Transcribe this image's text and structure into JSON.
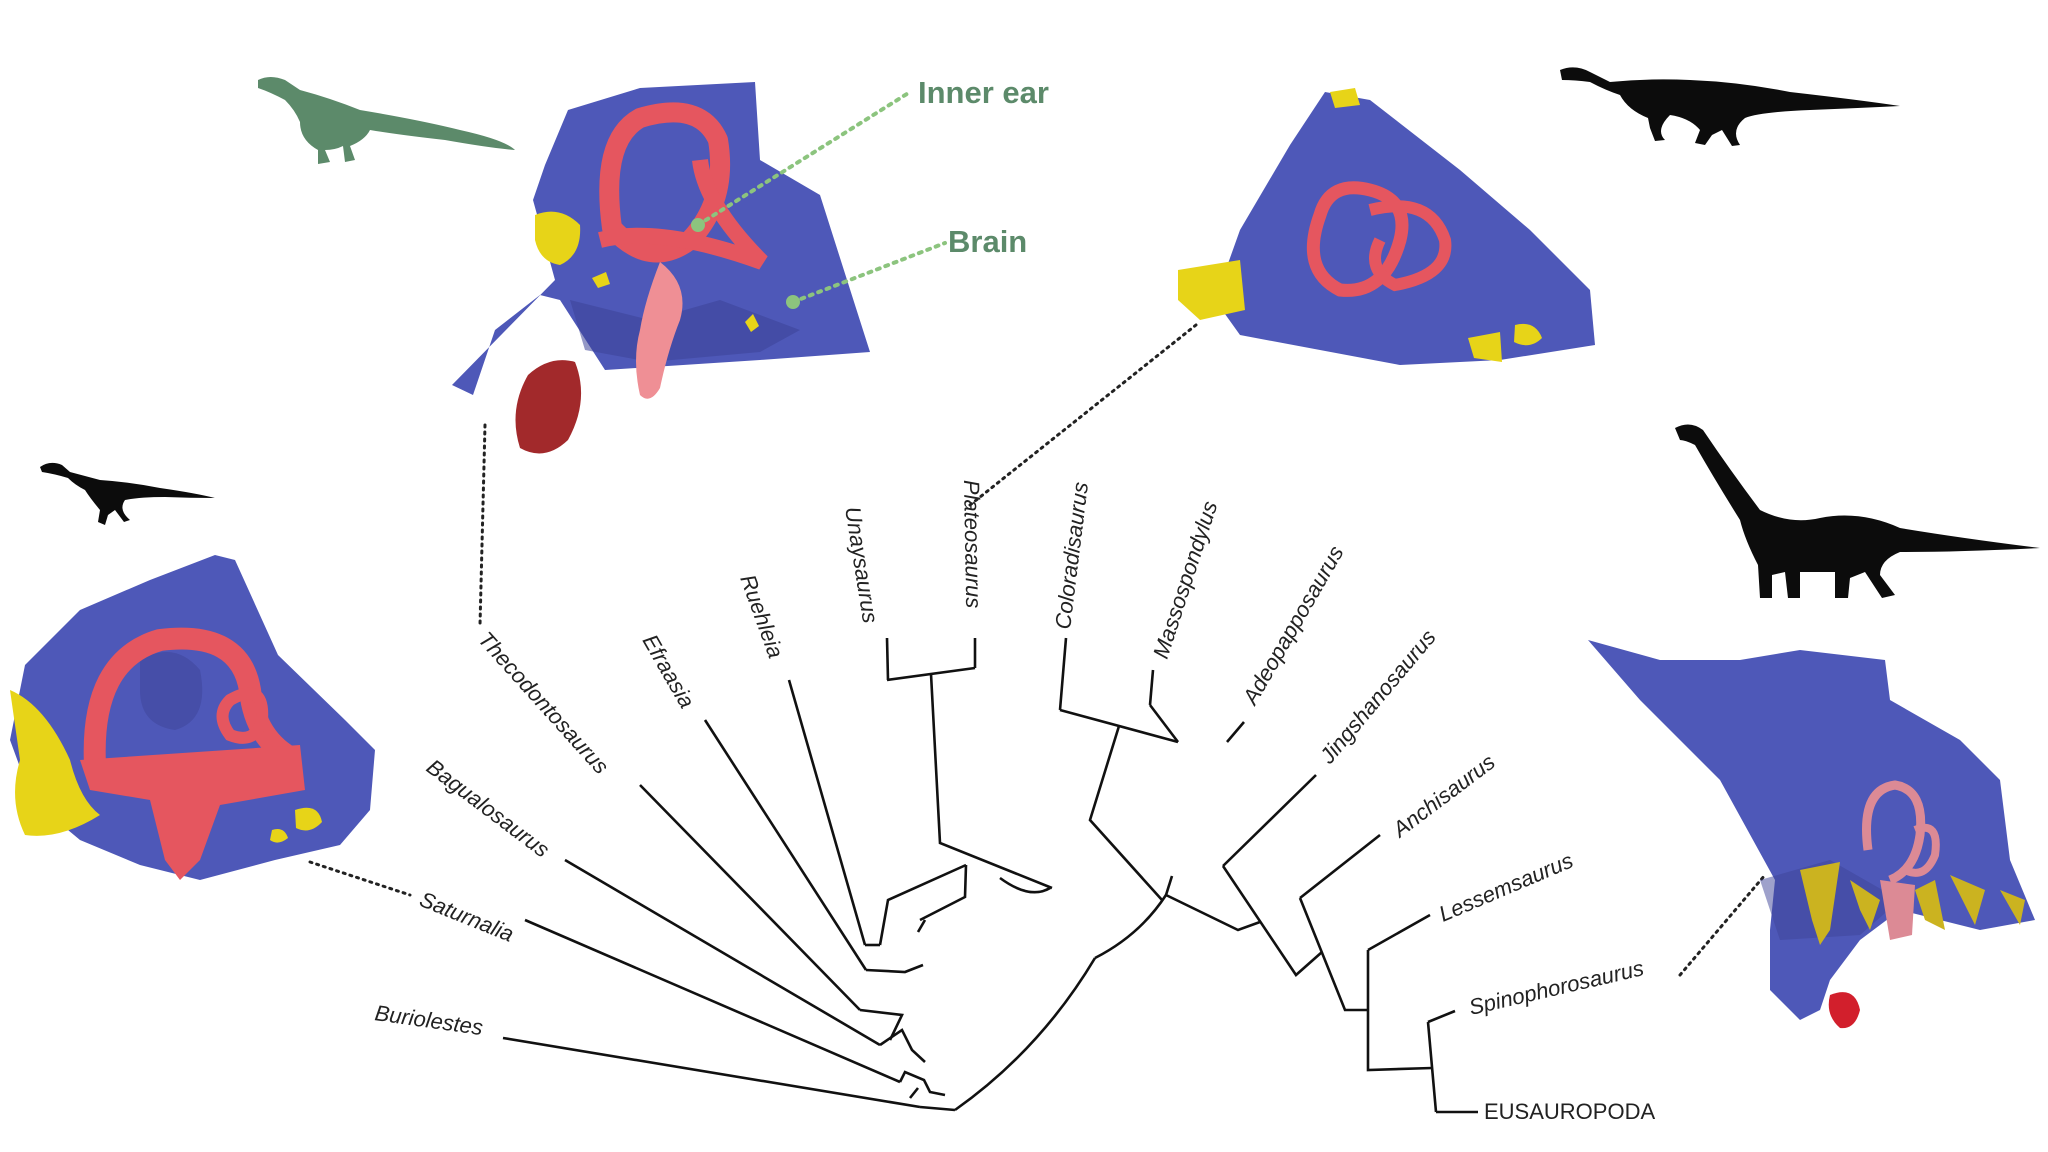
{
  "colors": {
    "braincase": "#4e58b8",
    "braincase_shade": "#3d4498",
    "endocast_red": "#e5565f",
    "endocast_pink": "#ef8f95",
    "nerve_yellow": "#e7d418",
    "dark_red": "#a2292b",
    "silhouette_green": "#5c8a6a",
    "silhouette_black": "#0c0c0c",
    "leader_green": "#8cc47e"
  },
  "callouts": {
    "inner_ear": "Inner ear",
    "brain": "Brain"
  },
  "taxa": [
    "Buriolestes",
    "Saturnalia",
    "Bagualosaurus",
    "Thecodontosaurus",
    "Efraasia",
    "Ruehleia",
    "Unaysaurus",
    "Plateosaurus",
    "Coloradisaurus",
    "Massospondylus",
    "Adeopapposaurus",
    "Jingshanosaurus",
    "Anchisaurus",
    "Lessemsaurus",
    "Spinophorosaurus",
    "EUSAUROPODA"
  ]
}
